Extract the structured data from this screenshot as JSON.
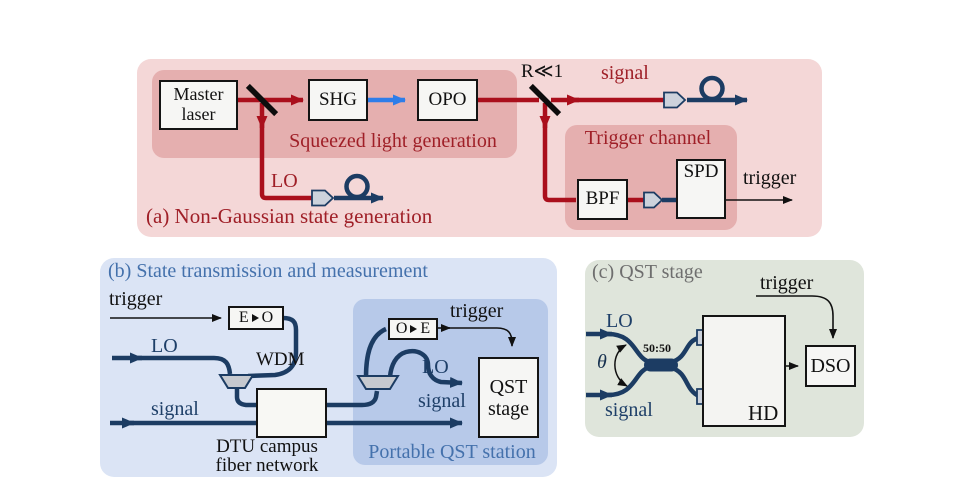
{
  "a": {
    "title": "(a) Non-Gaussian state generation",
    "squeezed_label": "Squeezed light generation",
    "trigger_channel_label": "Trigger channel",
    "master_line1": "Master",
    "master_line2": "laser",
    "shg": "SHG",
    "opo": "OPO",
    "bpf": "BPF",
    "spd": "SPD",
    "bs_ratio": "R≪1",
    "signal": "signal",
    "lo": "LO",
    "trigger": "trigger"
  },
  "b": {
    "title": "(b) State transmission and measurement",
    "trigger_in": "trigger",
    "lo_in": "LO",
    "signal_in": "signal",
    "eo_left": "E",
    "eo_right": "O",
    "oe_left": "O",
    "oe_right": "E",
    "wdm": "WDM",
    "network_line1": "DTU campus",
    "network_line2": "fiber network",
    "trigger_out": "trigger",
    "lo_out": "LO",
    "signal_out": "signal",
    "qst_line1": "QST",
    "qst_line2": "stage",
    "station_label": "Portable QST station"
  },
  "c": {
    "title": "(c) QST stage",
    "lo": "LO",
    "signal": "signal",
    "theta": "θ",
    "splitter_ratio": "50:50",
    "trigger": "trigger",
    "hd": "HD",
    "dso": "DSO"
  },
  "colors": {
    "beam_red": "#aa0f1c",
    "fiber_navy": "#1c3c63",
    "pump_blue": "#2e7de9",
    "panel_a_bg": "#f4d7d7",
    "panel_a_inner_bg": "#e5afaf",
    "panel_b_bg": "#dbe4f5",
    "panel_b_inner_bg": "#b7c9e9",
    "panel_c_bg": "#dfe5db",
    "red_text": "#9f1f27",
    "steel_text": "#4471ac",
    "navy_text": "#1e3f68",
    "gray_text": "#6e6e6e"
  }
}
